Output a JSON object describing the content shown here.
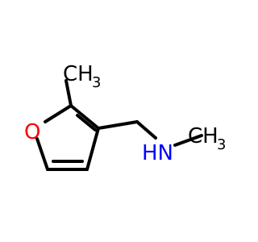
{
  "molecule": {
    "labels": {
      "oxygen": "O",
      "nitrogen": "HN",
      "methyl_top": "CH",
      "methyl_top_sub": "3",
      "methyl_right": "CH",
      "methyl_right_sub": "3"
    },
    "colors": {
      "bond": "#000000",
      "oxygen": "#ff0000",
      "nitrogen": "#0000ff",
      "carbon": "#000000"
    }
  }
}
